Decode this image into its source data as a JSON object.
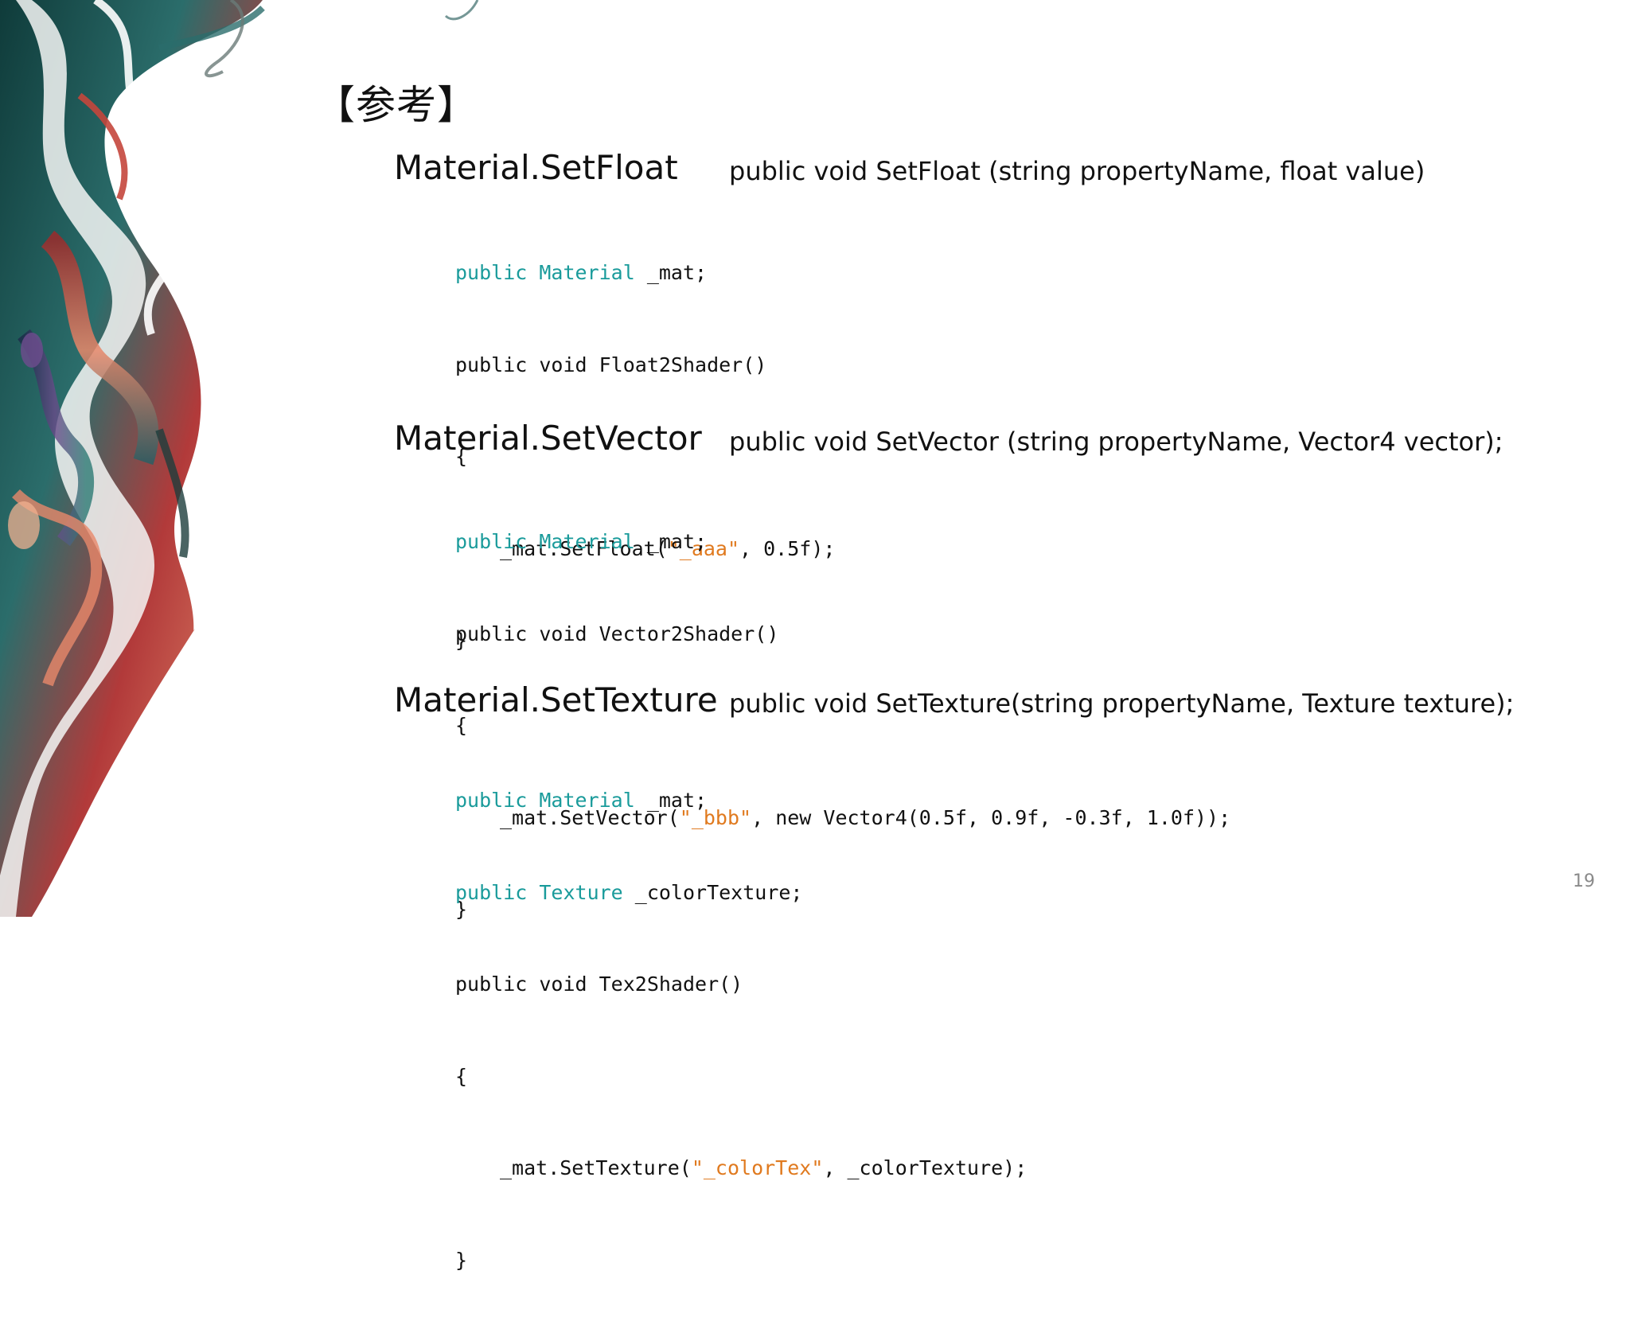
{
  "slide": {
    "heading": "【参考】",
    "page_number": "19"
  },
  "sections": [
    {
      "title": "Material.SetFloat",
      "signature": "public void SetFloat (string propertyName, float value)",
      "code": {
        "l1_kw": "public Material",
        "l1_rest": " _mat;",
        "l2": "public void Float2Shader()",
        "l3": "{",
        "l4_pre": "_mat.SetFloat(",
        "l4_str": "\"_aaa\"",
        "l4_post": ", 0.5f);",
        "l5": "}"
      }
    },
    {
      "title": "Material.SetVector",
      "signature": "public void SetVector (string propertyName, Vector4 vector);",
      "code": {
        "l1_kw": "public Material",
        "l1_rest": " _mat;",
        "l2": "public void Vector2Shader()",
        "l3": "{",
        "l4_pre": "_mat.SetVector(",
        "l4_str": "\"_bbb\"",
        "l4_post": ", new Vector4(0.5f, 0.9f, -0.3f, 1.0f));",
        "l5": "}"
      }
    },
    {
      "title": "Material.SetTexture",
      "signature": "public void SetTexture(string propertyName, Texture texture);",
      "code": {
        "l1_kw": "public Material",
        "l1_rest": " _mat;",
        "l2_kw": "public Texture",
        "l2_rest": " _colorTexture;",
        "l3": "public void Tex2Shader()",
        "l4": "{",
        "l5_pre": "_mat.SetTexture(",
        "l5_str": "\"_colorTex\"",
        "l5_post": ", _colorTexture);",
        "l6": "}"
      }
    }
  ],
  "colors": {
    "keyword": "#1a9b9b",
    "string": "#e07a1f",
    "text": "#111111",
    "page_number": "#8a8a8a"
  }
}
